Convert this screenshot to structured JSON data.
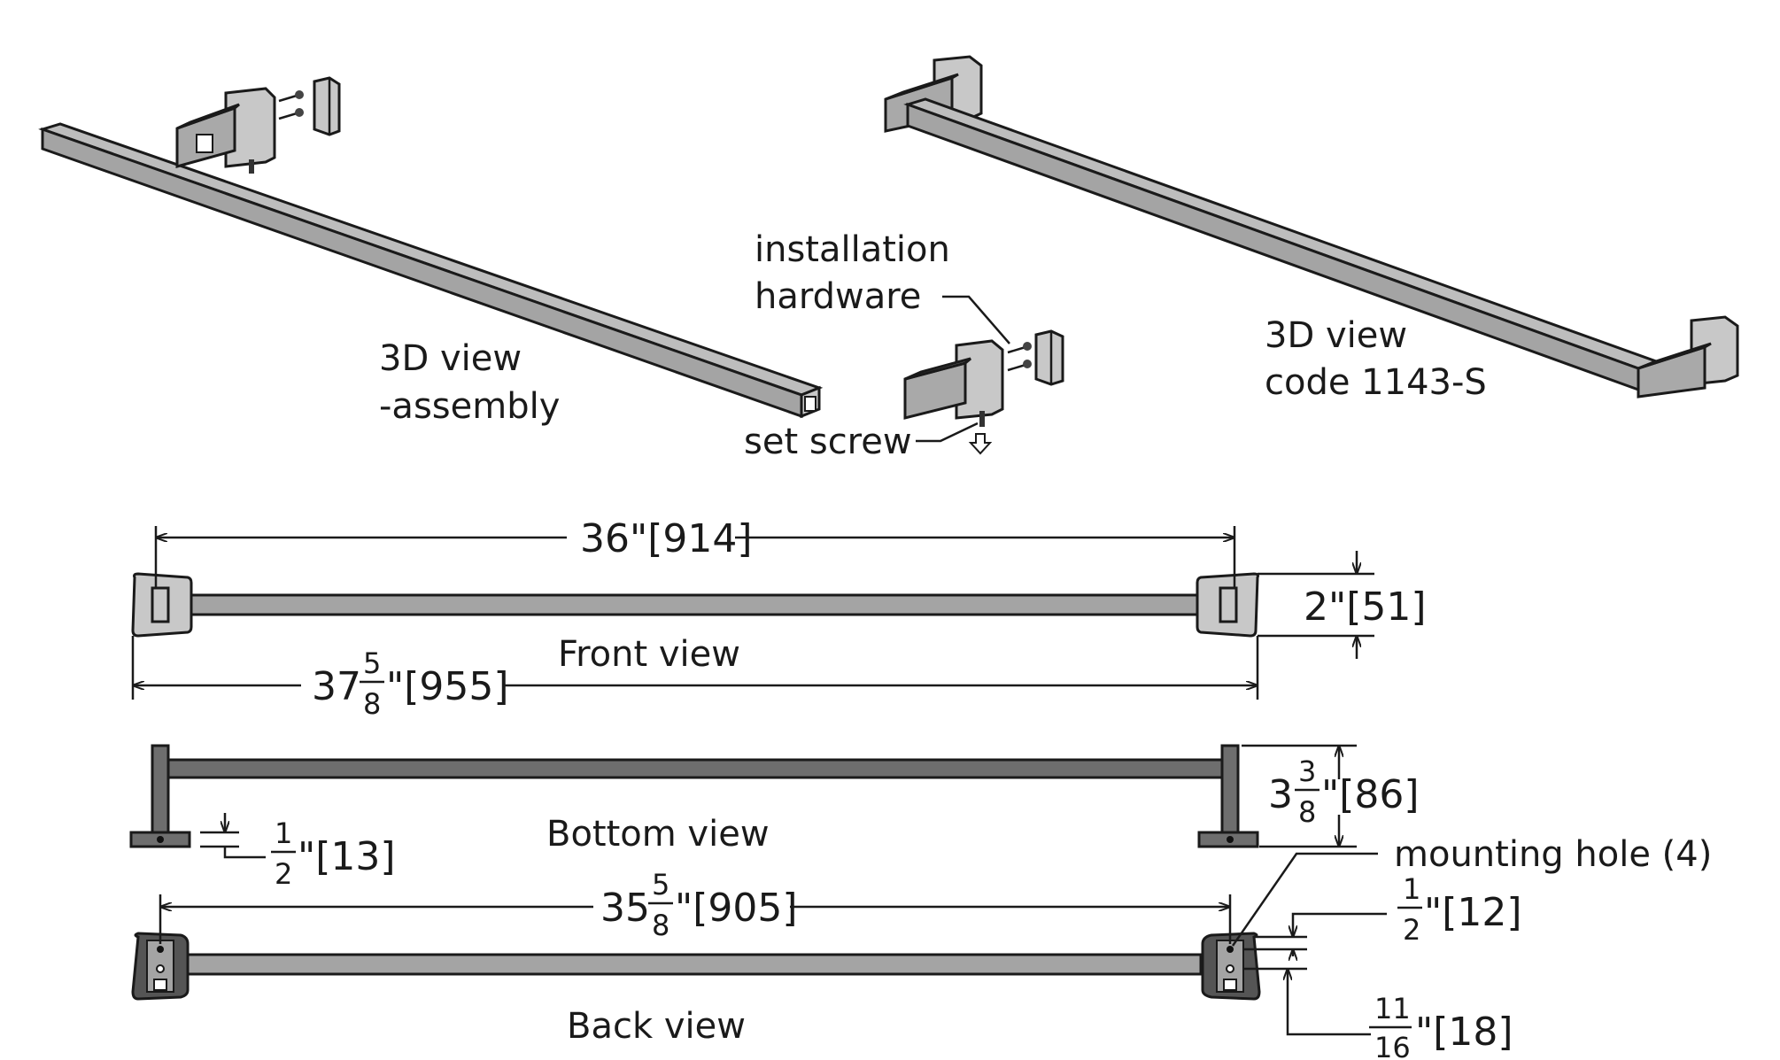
{
  "labels": {
    "assembly_line1": "3D view",
    "assembly_line2": "-assembly",
    "product_line1": "3D view",
    "product_line2": "code 1143-S",
    "hardware_line1": "installation",
    "hardware_line2": "hardware",
    "set_screw": "set screw",
    "front_view": "Front view",
    "bottom_view": "Bottom view",
    "back_view": "Back view",
    "mounting_hole": "mounting hole (4)"
  },
  "dimensions": {
    "overall_centers": "36\"[914]",
    "overall_length_whole": "37",
    "overall_length_num": "5",
    "overall_length_den": "8",
    "overall_length_rest": "\"[955]",
    "flange_height": "2\"[51]",
    "projection_whole": "3",
    "projection_num": "3",
    "projection_den": "8",
    "projection_rest": "\"[86]",
    "flange_thickness_num": "1",
    "flange_thickness_den": "2",
    "flange_thickness_rest": "\"[13]",
    "hole_spacing_whole": "35",
    "hole_spacing_num": "5",
    "hole_spacing_den": "8",
    "hole_spacing_rest": "\"[905]",
    "hole_top_num": "1",
    "hole_top_den": "2",
    "hole_top_rest": "\"[12]",
    "hole_gap_num": "11",
    "hole_gap_den": "16",
    "hole_gap_rest": "\"[18]"
  }
}
